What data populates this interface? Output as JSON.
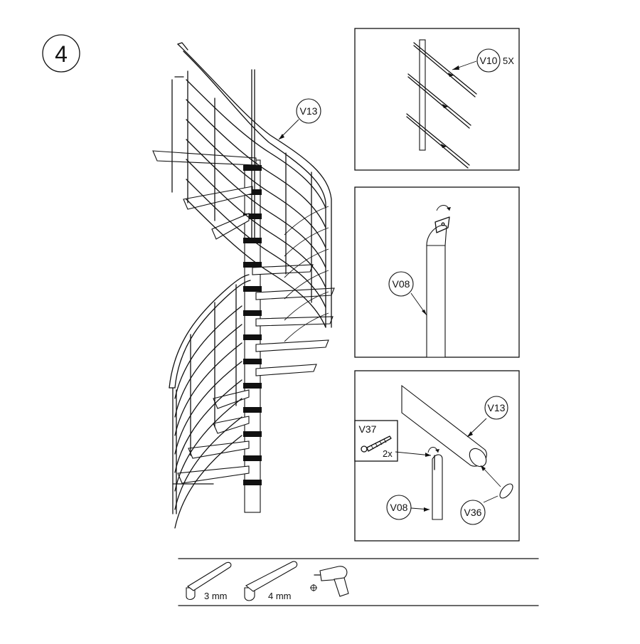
{
  "step": {
    "number": "4"
  },
  "main": {
    "callout_v13": "V13"
  },
  "detail_top": {
    "label": "V10",
    "qty": "5X"
  },
  "detail_mid": {
    "label": "V08"
  },
  "detail_bottom": {
    "label_v13": "V13",
    "label_v37": "V37",
    "qty_v37": "2x",
    "label_v08": "V08",
    "label_v36": "V36"
  },
  "tools": {
    "hex_key_small": "3 mm",
    "hex_key_large": "4 mm"
  }
}
